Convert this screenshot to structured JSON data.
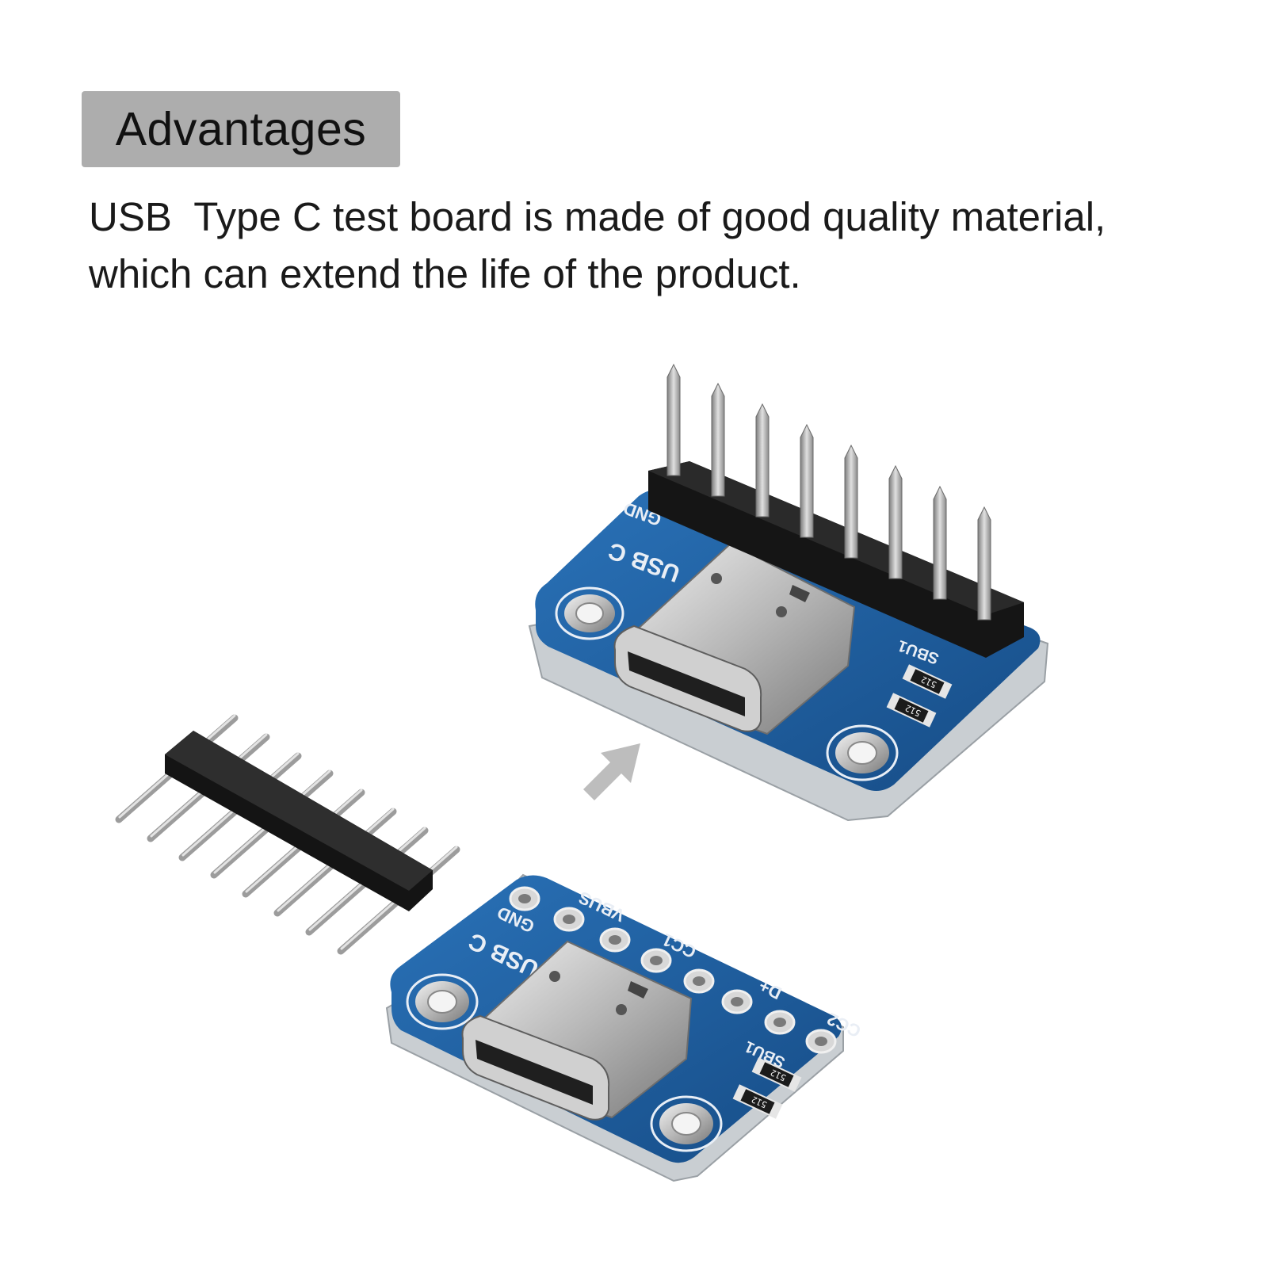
{
  "heading": "Advantages",
  "description": {
    "line1": "USB  Type C test board is made of good quality material,",
    "line2": "which can extend the life of the product."
  },
  "board_labels": {
    "gnd": "GND",
    "usb_c": "USB C",
    "vbus": "VBUS",
    "cc1": "CC1",
    "dplus": "D+",
    "cc2": "CC2",
    "sbu1": "SBU1",
    "resistor_code": "512"
  },
  "colors": {
    "pcb": "#1f5fa0",
    "pcb_edge": "#c7ccd0",
    "header_plastic": "#181818",
    "pin_metal": "#b5b5b5",
    "arrow": "#bdbdbd",
    "badge_bg": "#adadad"
  }
}
